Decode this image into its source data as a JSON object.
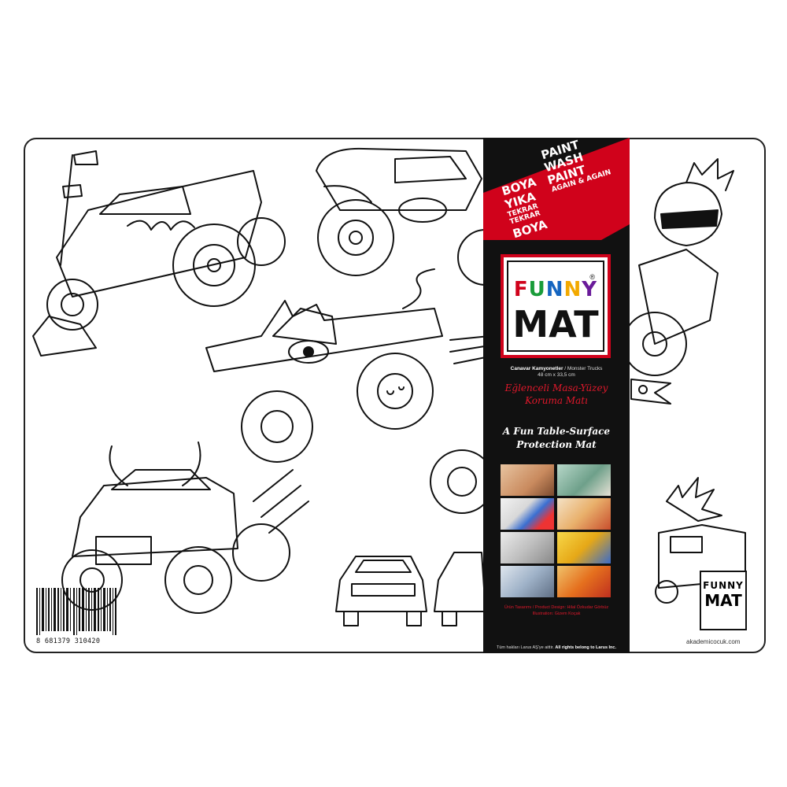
{
  "product": {
    "tr_slogan": [
      "BOYA",
      "YIKA",
      "TEKRAR",
      "TEKRAR",
      "BOYA"
    ],
    "en_slogan": [
      "PAINT",
      "WASH",
      "PAINT",
      "AGAIN & AGAIN"
    ],
    "logo_funny_letters": [
      "F",
      "U",
      "N",
      "N",
      "Y"
    ],
    "logo_mat": "MAT",
    "logo_registered": "®",
    "series_tr": "Canavar Kamyonetler",
    "series_sep": " / ",
    "series_en": "Monster Trucks",
    "size": "48 cm x 33,5 cm",
    "title_tr_line1": "Eğlenceli Masa-Yüzey",
    "title_tr_line2": "Koruma Matı",
    "title_en_line1": "A Fun Table-Surface",
    "title_en_line2": "Protection Mat",
    "design_label": "Ürün Tasarımı / Product Design:",
    "design_name": "Hilal Özkudar Görbüz",
    "illustration_label": "Illustration:",
    "illustration_name": "Gizem Koçak",
    "rights_tr": "Tüm hakları Larus AŞ'ye aittir.",
    "rights_en": "All rights belong to Larus Inc.",
    "barcode_digits": "8 681379 310420",
    "website": "akademicocuk.com",
    "mini_logo_line1": "FUNNY",
    "mini_logo_line2": "MAT"
  },
  "colors": {
    "band": "#111111",
    "accent_red": "#d0021b",
    "funny_letters": [
      "#d0021b",
      "#1a9c3a",
      "#1565c0",
      "#f2a900",
      "#6a1b9a"
    ]
  },
  "illustrations": [
    "monster-truck-with-horns-and-flames",
    "monster-truck-on-front",
    "cat-monster-truck",
    "bull-monster-truck",
    "helmeted-motorcycle-rider",
    "classic-cars",
    "pirate-flag",
    "explosion-burst"
  ]
}
